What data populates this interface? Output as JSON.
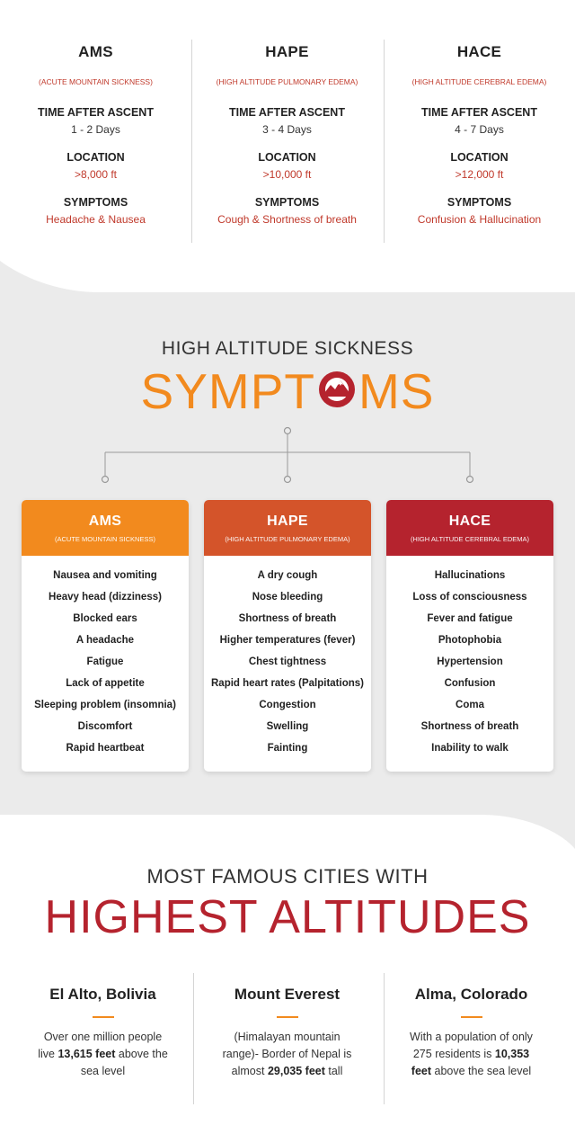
{
  "summary": {
    "columns": [
      {
        "abbr": "AMS",
        "full": "(ACUTE MOUNTAIN SICKNESS)",
        "time_label": "TIME AFTER ASCENT",
        "time": "1 - 2 Days",
        "location_label": "LOCATION",
        "location": ">8,000 ft",
        "symptoms_label": "SYMPTOMS",
        "symptoms": "Headache & Nausea"
      },
      {
        "abbr": "HAPE",
        "full": "(HIGH ALTITUDE PULMONARY EDEMA)",
        "time_label": "TIME AFTER ASCENT",
        "time": "3 - 4 Days",
        "location_label": "LOCATION",
        "location": ">10,000 ft",
        "symptoms_label": "SYMPTOMS",
        "symptoms": "Cough & Shortness of breath"
      },
      {
        "abbr": "HACE",
        "full": "(HIGH ALTITUDE CEREBRAL EDEMA)",
        "time_label": "TIME AFTER ASCENT",
        "time": "4 - 7 Days",
        "location_label": "LOCATION",
        "location": ">12,000 ft",
        "symptoms_label": "SYMPTOMS",
        "symptoms": "Confusion & Hallucination"
      }
    ]
  },
  "symptoms_section": {
    "subheading": "HIGH ALTITUDE SICKNESS",
    "heading_part1": "SYMPT",
    "heading_part2": "MS",
    "mountain_icon": "mountain-icon",
    "cards": [
      {
        "title": "AMS",
        "subtitle": "(ACUTE MOUNTAIN SICKNESS)",
        "color": "#f28a1e",
        "items": [
          "Nausea and vomiting",
          "Heavy head (dizziness)",
          "Blocked ears",
          "A headache",
          "Fatigue",
          "Lack of appetite",
          "Sleeping problem (insomnia)",
          "Discomfort",
          "Rapid heartbeat"
        ]
      },
      {
        "title": "HAPE",
        "subtitle": "(HIGH ALTITUDE PULMONARY EDEMA)",
        "color": "#d4542a",
        "items": [
          "A dry cough",
          "Nose bleeding",
          "Shortness of breath",
          "Higher temperatures (fever)",
          "Chest tightness",
          "Rapid heart rates (Palpitations)",
          "Congestion",
          "Swelling",
          "Fainting"
        ]
      },
      {
        "title": "HACE",
        "subtitle": "(HIGH ALTITUDE CEREBRAL EDEMA)",
        "color": "#b5232e",
        "items": [
          "Hallucinations",
          "Loss of consciousness",
          "Fever and fatigue",
          "Photophobia",
          "Hypertension",
          "Confusion",
          "Coma",
          "Shortness of breath",
          "Inability to walk"
        ]
      }
    ]
  },
  "cities_section": {
    "subheading": "MOST FAMOUS CITIES WITH",
    "heading": "HIGHEST ALTITUDES",
    "accent_color": "#f28a1e",
    "cities": [
      {
        "name": "El Alto, Bolivia",
        "desc_before": "Over one million people live ",
        "desc_bold": "13,615 feet",
        "desc_after": " above the sea level"
      },
      {
        "name": "Mount Everest",
        "desc_before": "(Himalayan mountain range)- Border of Nepal is almost ",
        "desc_bold": "29,035 feet",
        "desc_after": " tall"
      },
      {
        "name": "Alma, Colorado",
        "desc_before": "With a population of only 275 residents is ",
        "desc_bold": "10,353 feet",
        "desc_after": " above the sea level"
      }
    ]
  }
}
